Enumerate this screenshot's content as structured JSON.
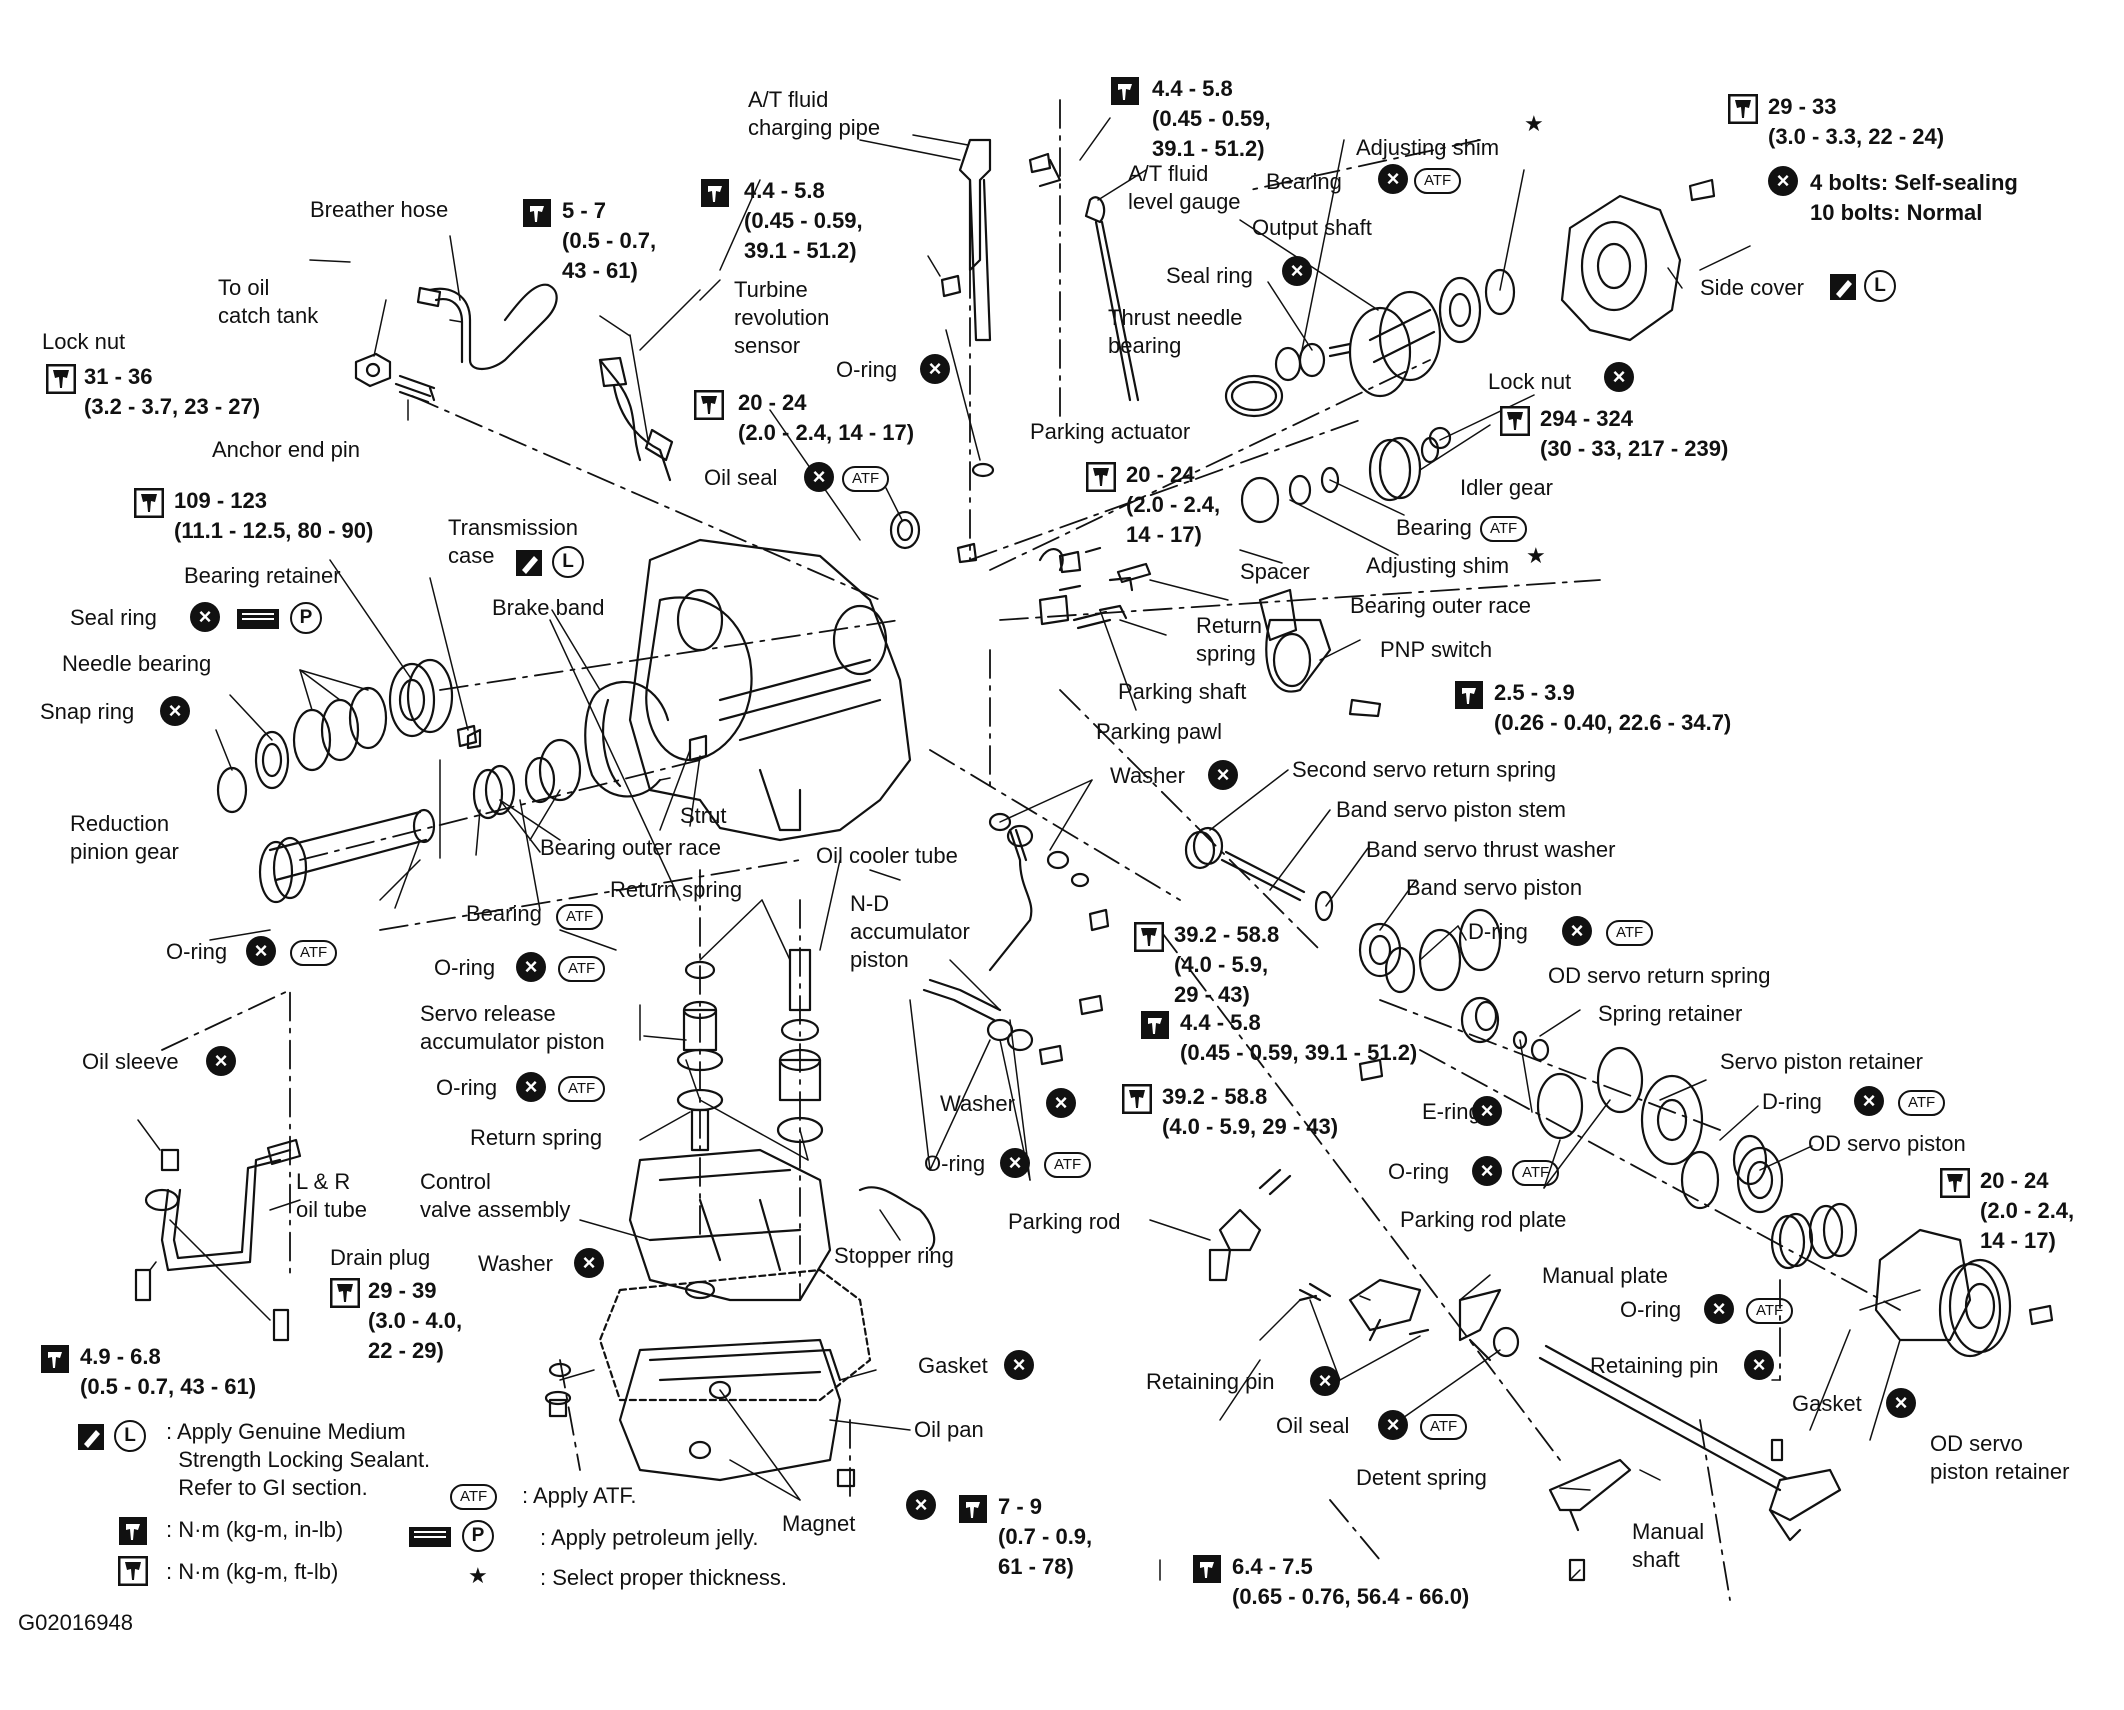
{
  "figure_id": "G02016948",
  "labels": [
    "A/T fluid\ncharging pipe",
    "A/T fluid\nlevel gauge",
    "Breather hose",
    "To oil\ncatch tank",
    "Lock nut",
    "Anchor end pin",
    "Turbine\nrevolution\nsensor",
    "O-ring",
    "Oil seal",
    "Transmission\ncase",
    "Bearing retainer",
    "Brake band",
    "Seal ring",
    "Needle bearing",
    "Snap ring",
    "Reduction\npinion gear",
    "Strut",
    "Bearing outer race",
    "Oil cooler tube",
    "Return spring",
    "N-D\naccumulator\npiston",
    "Bearing",
    "O-ring",
    "O-ring",
    "Servo release\naccumulator piston",
    "Oil sleeve",
    "O-ring",
    "Return spring",
    "Control\nvalve assembly",
    "L & R\noil tube",
    "O-ring",
    "Washer",
    "Stopper ring",
    "Drain plug",
    "Washer",
    "Gasket",
    "Oil pan",
    "Magnet",
    "Parking rod",
    "Parking rod plate",
    "Manual plate",
    "Retaining pin",
    "Oil seal",
    "Retaining pin",
    "Detent spring",
    "Manual\nshaft",
    "Gasket",
    "OD servo\npiston retainer",
    "O-ring",
    "Adjusting shim",
    "Bearing",
    "Output shaft",
    "Seal ring",
    "Thrust needle\nbearing",
    "Parking actuator",
    "Side cover",
    "Lock nut",
    "Idler gear",
    "Bearing",
    "Adjusting shim",
    "Spacer",
    "Bearing outer race",
    "Return\nspring",
    "PNP switch",
    "Parking shaft",
    "Parking pawl",
    "Washer",
    "Second servo return spring",
    "Band servo piston stem",
    "Band servo thrust washer",
    "Band servo piston",
    "D-ring",
    "OD servo return spring",
    "Spring retainer",
    "Servo piston retainer",
    "E-ring",
    "D-ring",
    "OD servo piston",
    "O-ring"
  ],
  "torques": [
    "4.4 - 5.8\n(0.45 - 0.59,\n39.1 - 51.2)",
    "4.4 - 5.8\n(0.45 - 0.59,\n39.1 - 51.2)",
    "5 - 7\n(0.5 - 0.7,\n43 - 61)",
    "31 - 36\n(3.2 - 3.7, 23 - 27)",
    "20 - 24\n(2.0 - 2.4, 14 - 17)",
    "109 - 123\n(11.1 - 12.5, 80 - 90)",
    "29 - 33\n(3.0 - 3.3, 22 - 24)",
    "294 - 324\n(30 - 33, 217 - 239)",
    "20 - 24\n(2.0 - 2.4,\n14 - 17)",
    "2.5 - 3.9\n(0.26 - 0.40, 22.6 - 34.7)",
    "39.2 - 58.8\n(4.0 - 5.9,\n29 - 43)",
    "4.4 - 5.8\n(0.45 - 0.59, 39.1 - 51.2)",
    "39.2 - 58.8\n(4.0 - 5.9, 29 - 43)",
    "20 - 24\n(2.0 - 2.4,\n14 - 17)",
    "29 - 39\n(3.0 - 4.0,\n22 - 29)",
    "4.9 - 6.8\n(0.5 - 0.7, 43 - 61)",
    "7 - 9\n(0.7 - 0.9,\n61 - 78)",
    "6.4 - 7.5\n(0.65 - 0.76, 56.4 - 66.0)"
  ],
  "notes": {
    "bolts": "4 bolts: Self-sealing\n10 bolts: Normal"
  },
  "legend": {
    "sealant": ": Apply Genuine Medium\n  Strength Locking Sealant.\n  Refer to GI section.",
    "atf": ": Apply ATF.",
    "nm_in_lb": ": N·m (kg-m, in-lb)",
    "jelly": ": Apply petroleum jelly.",
    "nm_ft_lb": ": N·m (kg-m, ft-lb)",
    "star": ": Select proper thickness.",
    "atf_badge": "ATF",
    "sealant_badge": "L",
    "jelly_badge": "P"
  },
  "icons": [
    "wrench-nm-icon",
    "wrench-ftlb-icon",
    "replace-x-icon",
    "sealant-icon",
    "petroleum-jelly-icon",
    "star-icon"
  ],
  "colors": {
    "ink": "#111111",
    "background": "#ffffff"
  }
}
